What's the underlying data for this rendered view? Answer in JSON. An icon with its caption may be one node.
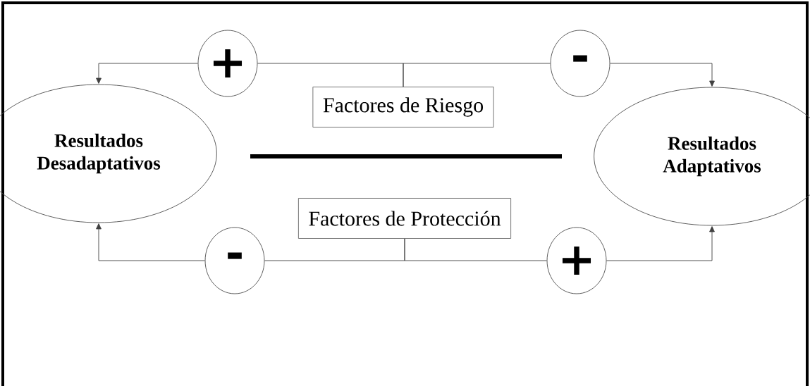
{
  "diagram": {
    "nodes": [
      {
        "text": [
          "Resultados Desadaptativos"
        ]
      },
      {
        "text": [
          "Factores de Riesgo"
        ]
      },
      {
        "text": [
          "+"
        ]
      },
      {
        "text": [
          "-"
        ]
      },
      {
        "text": [
          "Resultados Adaptativos"
        ]
      },
      {
        "text": [
          "Factores de Protección"
        ]
      },
      {
        "text": [
          "-"
        ]
      },
      {
        "text": [
          "+"
        ]
      }
    ],
    "edges": [
      {
        "from": 1,
        "to": 2,
        "arrow": "none"
      },
      {
        "from": 2,
        "to": 0,
        "arrow": "to"
      },
      {
        "from": 1,
        "to": 3,
        "arrow": "none"
      },
      {
        "from": 3,
        "to": 4,
        "arrow": "to"
      },
      {
        "from": 5,
        "to": 6,
        "arrow": "none"
      },
      {
        "from": 6,
        "to": 0,
        "arrow": "to"
      },
      {
        "from": 5,
        "to": 7,
        "arrow": "none"
      },
      {
        "from": 7,
        "to": 4,
        "arrow": "to"
      }
    ]
  }
}
